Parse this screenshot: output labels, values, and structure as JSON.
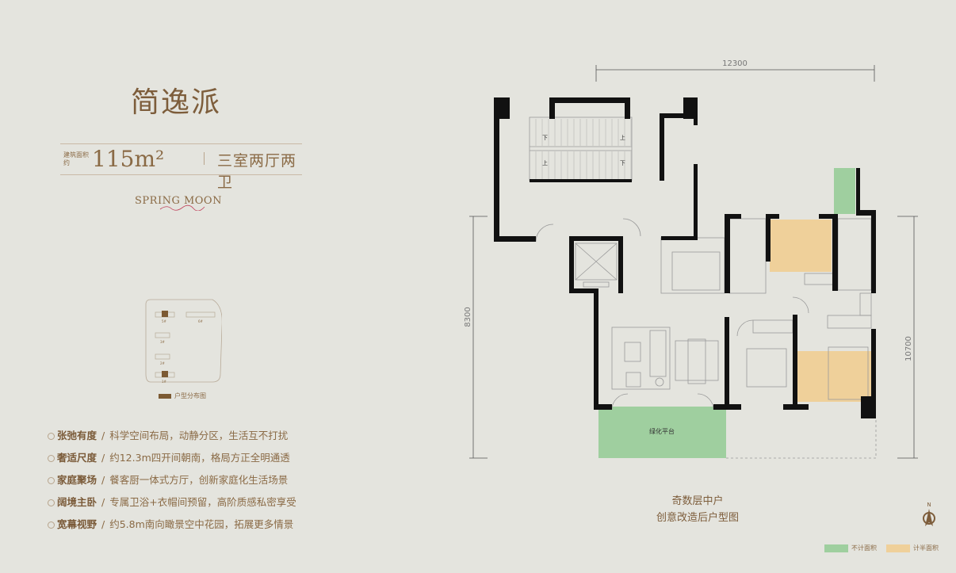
{
  "header": {
    "title": "简逸派",
    "area_label": "建筑面积约",
    "area_value": "115m²",
    "layout": "三室两厅两卫",
    "brand": "SPRING MOON"
  },
  "keymap": {
    "legend": "户型分布图",
    "floors": [
      "5#",
      "6#",
      "3#",
      "2#",
      "1#"
    ]
  },
  "features": [
    {
      "key": "张弛有度",
      "sep": "/",
      "desc": "科学空间布局，动静分区，生活互不打扰"
    },
    {
      "key": "奢适尺度",
      "sep": "/",
      "desc": "约12.3m四开间朝南，格局方正全明通透"
    },
    {
      "key": "家庭聚场",
      "sep": "/",
      "desc": "餐客厨一体式方厅，创新家庭化生活场景"
    },
    {
      "key": "阔境主卧",
      "sep": "/",
      "desc": "专属卫浴+衣帽间预留，高阶质感私密享受"
    },
    {
      "key": "宽幕视野",
      "sep": "/",
      "desc": "约5.8m南向瞰景空中花园，拓展更多情景"
    }
  ],
  "plan": {
    "dim_top": "12300",
    "dim_left": "8300",
    "dim_right": "10700",
    "balcony_label": "绿化平台",
    "stair_up": "上",
    "stair_down": "下"
  },
  "caption": {
    "line1": "奇数层中户",
    "line2": "创意改造后户型图"
  },
  "compass": {
    "label": "N"
  },
  "legend": [
    {
      "label": "不计面积",
      "color": "#9fcf9f"
    },
    {
      "label": "计半面积",
      "color": "#efd09a"
    }
  ],
  "colors": {
    "background": "#e4e4de",
    "text_brown": "#8a6a45",
    "wall": "#111111",
    "not_counted_area": "#9fcf9f",
    "half_counted_area": "#efd09a"
  }
}
